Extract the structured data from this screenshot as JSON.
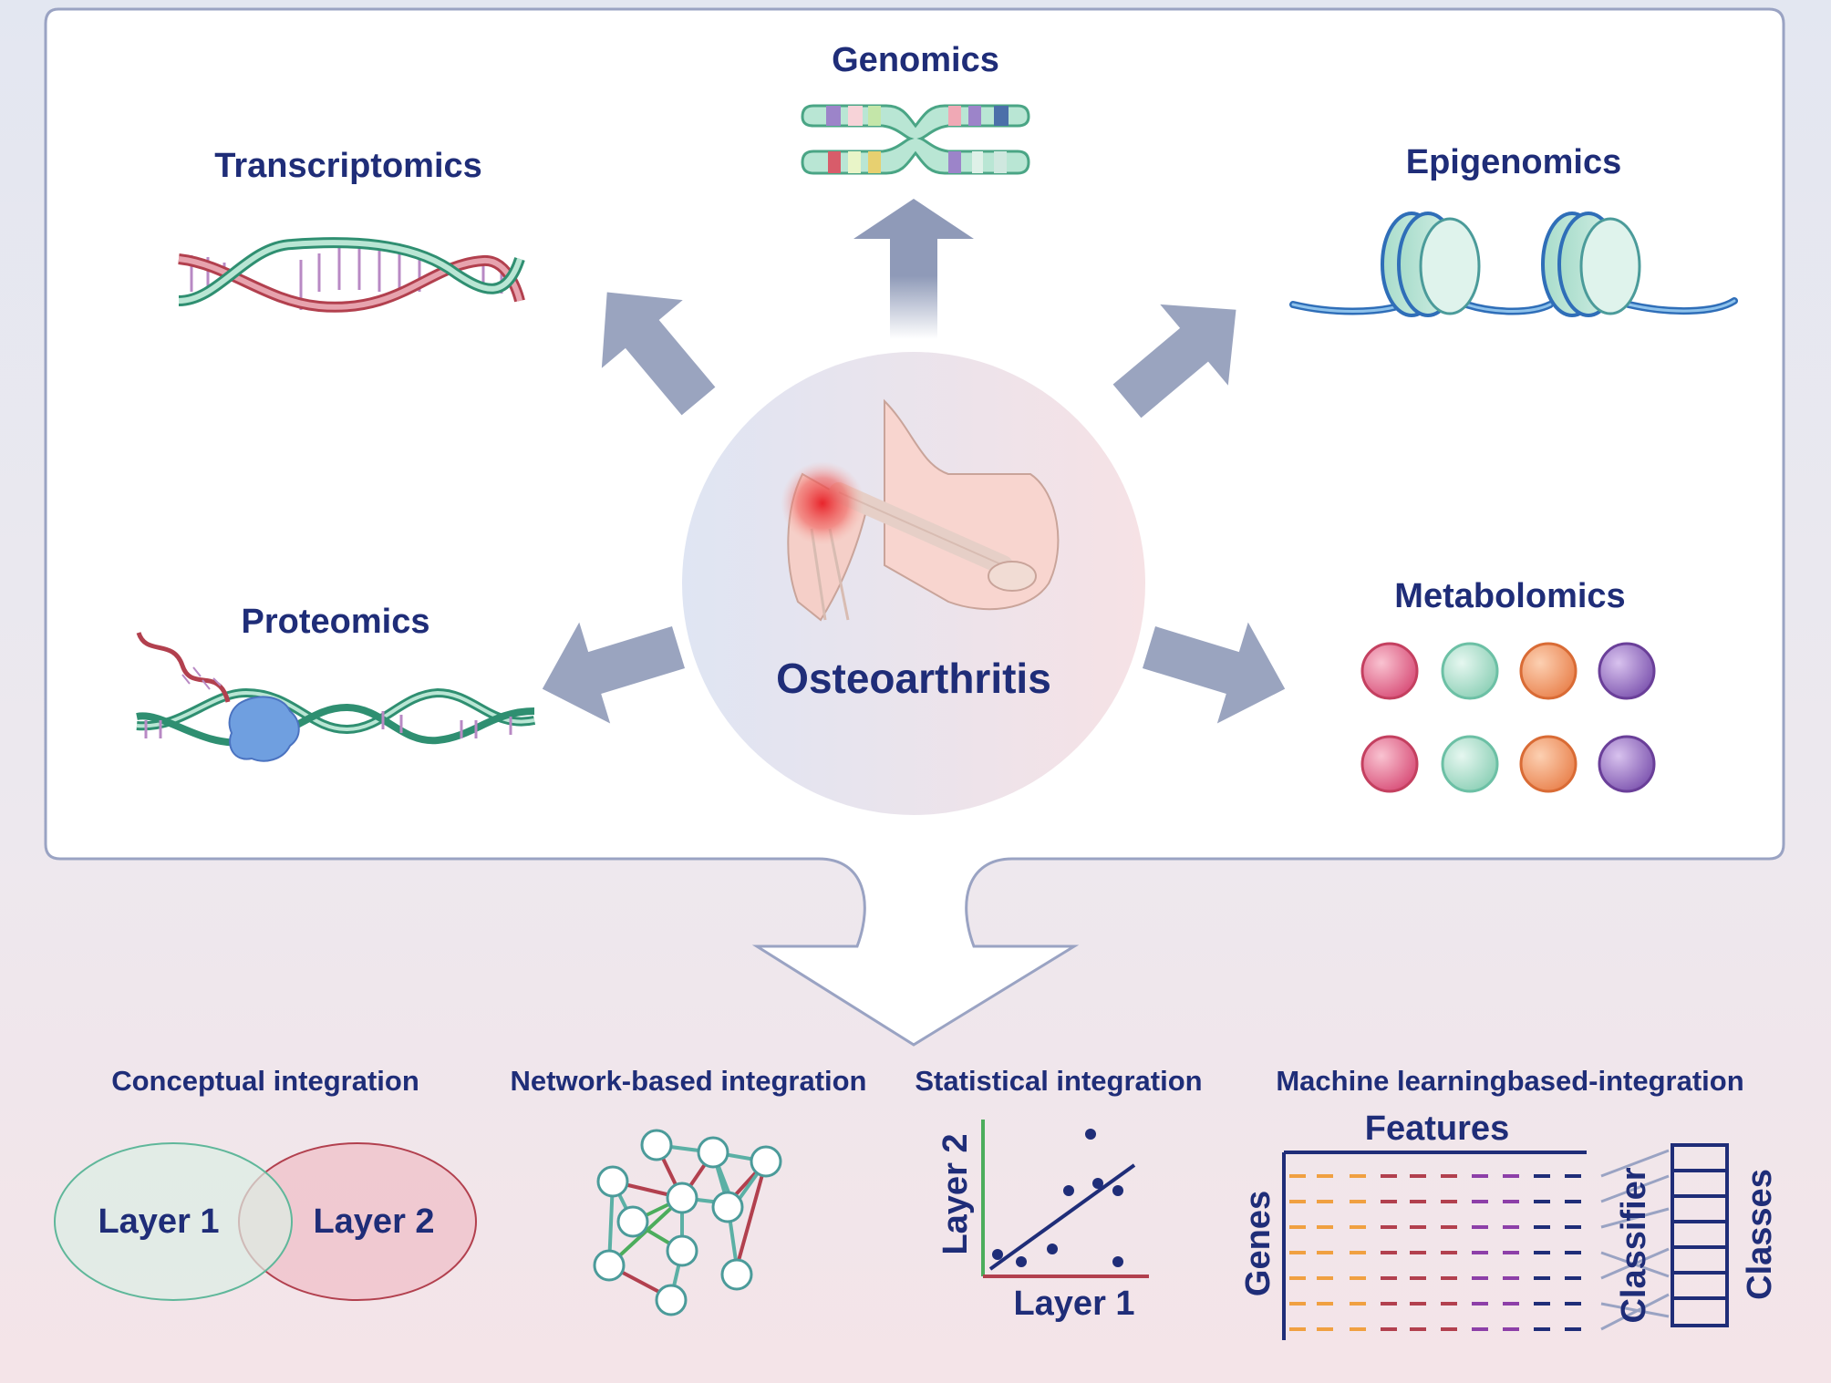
{
  "center": {
    "label": "Osteoarthritis"
  },
  "omics": {
    "genomics": "Genomics",
    "transcriptomics": "Transcriptomics",
    "epigenomics": "Epigenomics",
    "proteomics": "Proteomics",
    "metabolomics": "Metabolomics"
  },
  "integration": {
    "conceptual": {
      "title": "Conceptual integration",
      "layer1": "Layer 1",
      "layer2": "Layer 2"
    },
    "network": {
      "title": "Network-based integration"
    },
    "statistical": {
      "title": "Statistical integration",
      "xlabel": "Layer 1",
      "ylabel": "Layer 2"
    },
    "ml": {
      "title": "Machine learningbased-integration",
      "features": "Features",
      "genes": "Genes",
      "classifier": "Classifier",
      "classes": "Classes"
    }
  },
  "colors": {
    "title_text": "#1f2d78",
    "arrow": "#8f9ab8",
    "helix_teal": "#5fb79a",
    "helix_red": "#b2404e",
    "ellipse_layer1": "#dbeee4",
    "ellipse_layer2": "#f0c4cc",
    "metabolite_red": "#e27893",
    "metabolite_teal": "#a9e0cb",
    "metabolite_orange": "#f29a6a",
    "metabolite_purple": "#9b72c2"
  }
}
